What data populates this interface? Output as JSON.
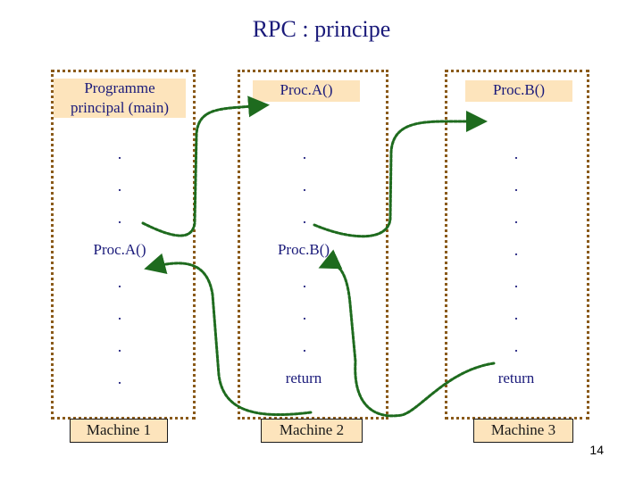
{
  "title": "RPC : principe",
  "machines": [
    {
      "label": "Machine 1",
      "header": [
        "Programme",
        "principal (main)"
      ],
      "lines": [
        ".",
        ".",
        ".",
        "Proc.A()",
        ".",
        ".",
        ".",
        "."
      ]
    },
    {
      "label": "Machine 2",
      "header": [
        "Proc.A()"
      ],
      "lines": [
        ".",
        ".",
        ".",
        "Proc.B()",
        ".",
        ".",
        ".",
        "return"
      ]
    },
    {
      "label": "Machine 3",
      "header": [
        "Proc.B()"
      ],
      "lines": [
        ".",
        ".",
        ".",
        ".",
        ".",
        ".",
        ".",
        "return"
      ]
    }
  ],
  "page_number": "14",
  "colors": {
    "text": "#1a1a7a",
    "header_fill": "#fde4bc",
    "box_border": "#8a5a1a",
    "arrow": "#1e6b1e"
  }
}
